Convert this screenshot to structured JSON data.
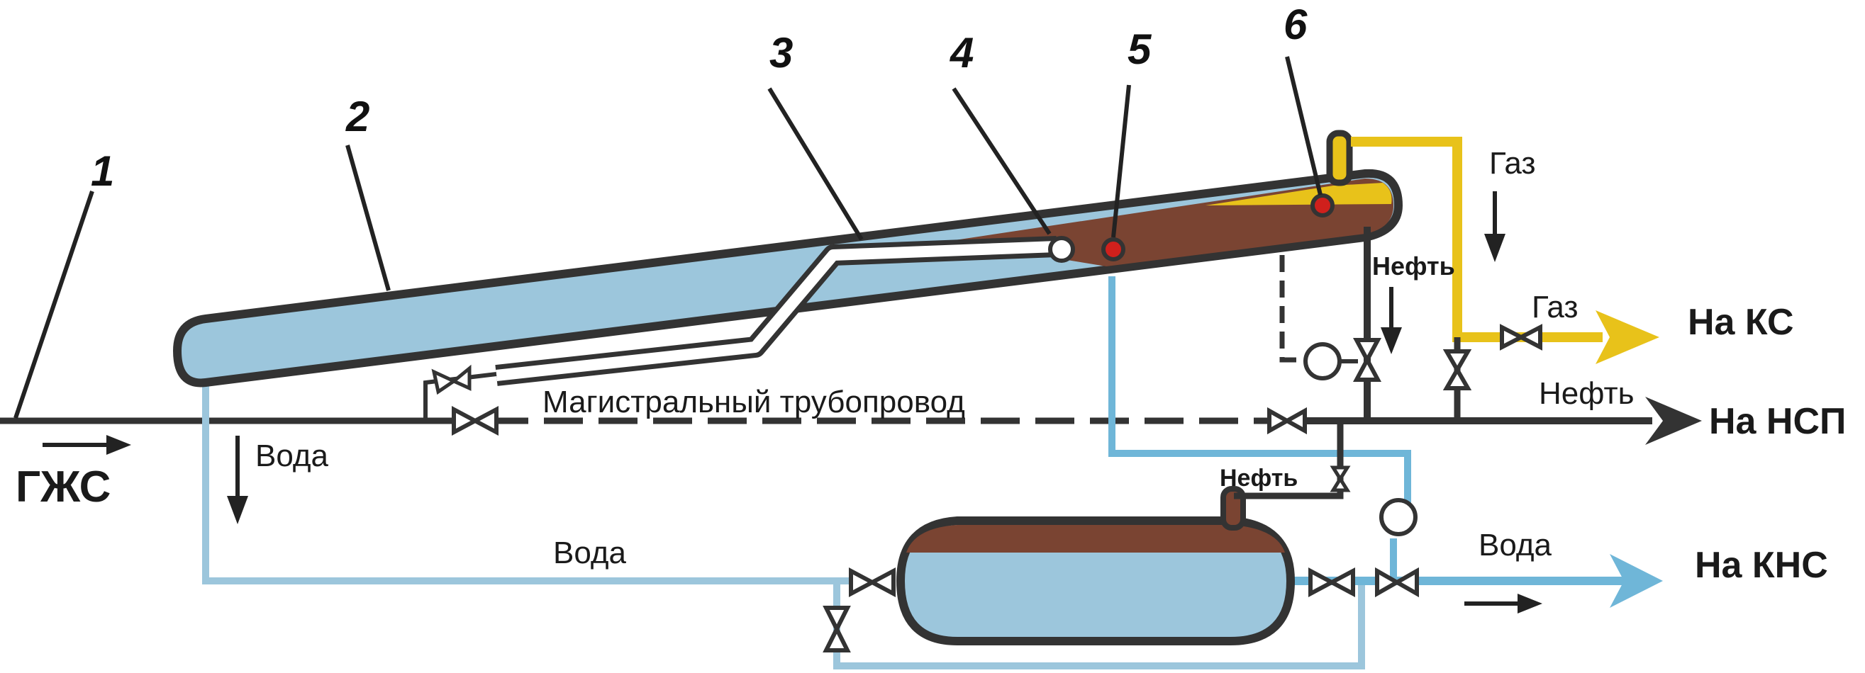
{
  "numbers": [
    "1",
    "2",
    "3",
    "4",
    "5",
    "6"
  ],
  "labels": {
    "gzhs": "ГЖС",
    "main_pipeline": "Магистральный трубопровод",
    "water_left": "Вода",
    "water_bottom": "Вода",
    "water_right": "Вода",
    "gas_top": "Газ",
    "gas_right": "Газ",
    "oil_vertical": "Нефть",
    "oil_right": "Нефть",
    "oil_lower": "Нефть",
    "to_ks": "На КС",
    "to_nsp": "На НСП",
    "to_kns": "На КНС"
  },
  "colors": {
    "water": "#9cc6dc",
    "water_line": "#6fb6d8",
    "oil": "#7a4432",
    "gas": "#e8c21a",
    "pipe": "#333333",
    "sensor": "#d0201c"
  }
}
